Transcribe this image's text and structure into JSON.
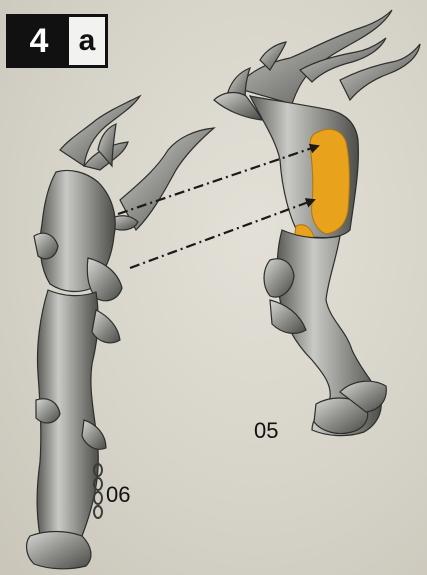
{
  "step": {
    "number": "4",
    "sub": "a"
  },
  "parts": {
    "left_label": "06",
    "right_label": "05"
  },
  "colors": {
    "glue_highlight": "#e9a21b",
    "metal_light": "#b9b9b6",
    "metal_dark": "#4a4a48"
  }
}
